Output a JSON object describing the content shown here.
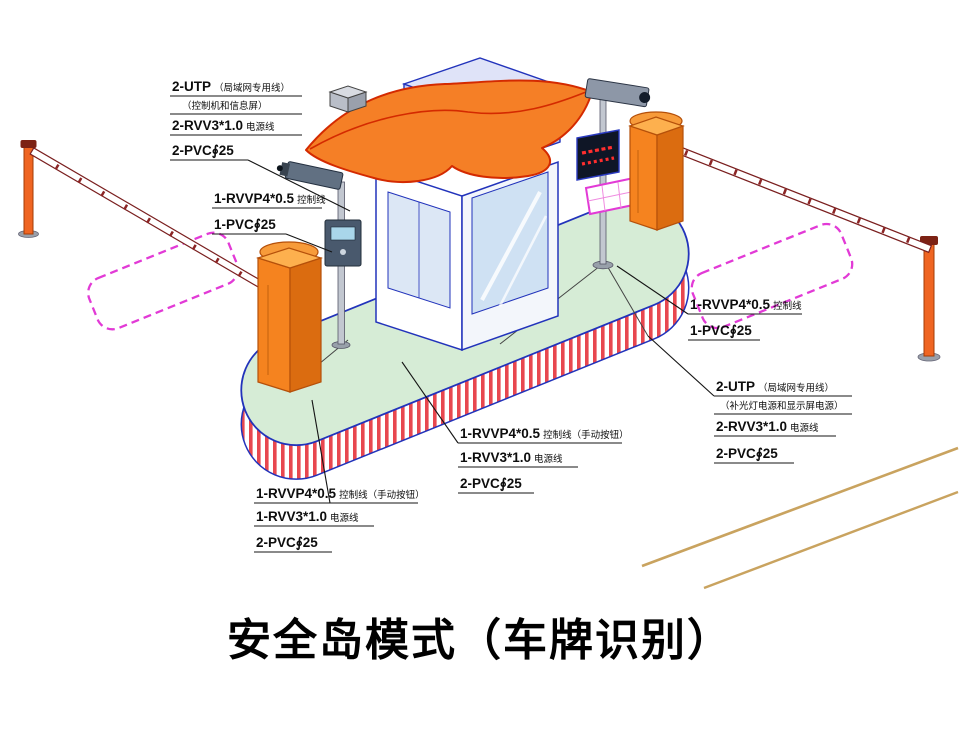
{
  "title": "安全岛模式（车牌识别）",
  "callouts": {
    "top_left": {
      "lines": [
        {
          "main": "2-UTP",
          "note": "（局域网专用线）"
        },
        {
          "main": "",
          "note": "（控制机和信息屏）"
        },
        {
          "main": "2-RVV3*1.0",
          "note": "电源线"
        },
        {
          "main": "2-PVC∮25",
          "note": ""
        }
      ]
    },
    "left_mid": {
      "lines": [
        {
          "main": "1-RVVP4*0.5",
          "note": "控制线"
        },
        {
          "main": "1-PVC∮25",
          "note": ""
        }
      ]
    },
    "right_mid": {
      "lines": [
        {
          "main": "1-RVVP4*0.5",
          "note": "控制线"
        },
        {
          "main": "1-PVC∮25",
          "note": ""
        }
      ]
    },
    "right_lower": {
      "lines": [
        {
          "main": "2-UTP",
          "note": "（局域网专用线）"
        },
        {
          "main": "",
          "note": "（补光灯电源和显示屏电源）"
        },
        {
          "main": "2-RVV3*1.0",
          "note": "电源线"
        },
        {
          "main": "2-PVC∮25",
          "note": ""
        }
      ]
    },
    "center_bottom": {
      "lines": [
        {
          "main": "1-RVVP4*0.5",
          "note": "控制线（手动按钮）"
        },
        {
          "main": "1-RVV3*1.0",
          "note": "电源线"
        },
        {
          "main": "2-PVC∮25",
          "note": ""
        }
      ]
    },
    "bottom_left": {
      "lines": [
        {
          "main": "1-RVVP4*0.5",
          "note": "控制线（手动按钮）"
        },
        {
          "main": "1-RVV3*1.0",
          "note": "电源线"
        },
        {
          "main": "2-PVC∮25",
          "note": ""
        }
      ]
    }
  },
  "components": [
    "guard-booth",
    "safety-island",
    "barrier-gate-left",
    "barrier-gate-right",
    "camera-pole-left",
    "camera-pole-right",
    "led-display",
    "fill-light-panel",
    "vehicle-loop-left",
    "vehicle-loop-right",
    "road-markings"
  ],
  "colors": {
    "outline_blue": "#2233bb",
    "canopy_orange": "#f57f26",
    "canopy_edge_red": "#d42a00",
    "cabinet_orange": "#f5831f",
    "island_green": "#d6ecd6",
    "stripe_red": "#e8474f",
    "loop_magenta": "#e23ad6",
    "road_tan": "#c9a35f",
    "led_text_red": "#ff2e2e"
  }
}
